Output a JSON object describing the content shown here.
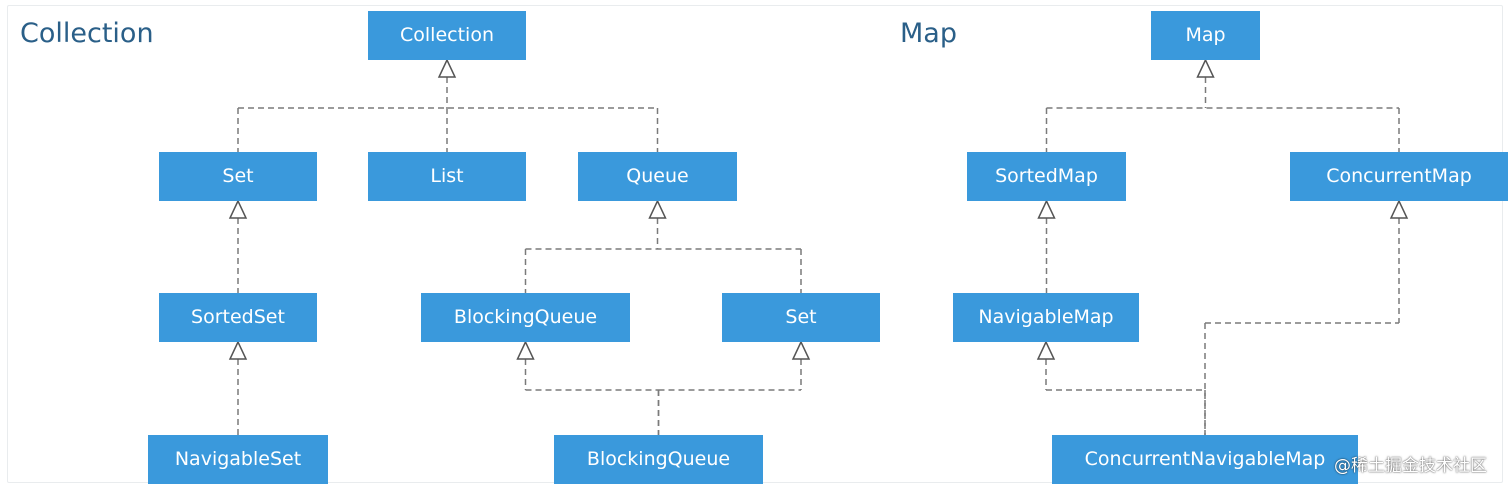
{
  "colors": {
    "node_fill": "#3a99dc",
    "node_text": "#ffffff",
    "title": "#2a5f88",
    "connector": "#7a7a7a"
  },
  "sections": {
    "collection_title": "Collection",
    "map_title": "Map"
  },
  "nodes": {
    "collection": "Collection",
    "set": "Set",
    "list": "List",
    "queue": "Queue",
    "sorted_set": "SortedSet",
    "navigable_set": "NavigableSet",
    "blocking_queue": "BlockingQueue",
    "queue_set": "Set",
    "blocking_queue_bottom": "BlockingQueue",
    "map": "Map",
    "sorted_map": "SortedMap",
    "concurrent_map": "ConcurrentMap",
    "navigable_map": "NavigableMap",
    "concurrent_navigable_map": "ConcurrentNavigableMap"
  },
  "relations": [
    {
      "from": "set",
      "to": "collection"
    },
    {
      "from": "list",
      "to": "collection"
    },
    {
      "from": "queue",
      "to": "collection"
    },
    {
      "from": "sorted_set",
      "to": "set"
    },
    {
      "from": "navigable_set",
      "to": "sorted_set"
    },
    {
      "from": "blocking_queue",
      "to": "queue"
    },
    {
      "from": "queue_set",
      "to": "queue"
    },
    {
      "from": "blocking_queue_bottom",
      "to": "blocking_queue"
    },
    {
      "from": "blocking_queue_bottom",
      "to": "queue_set"
    },
    {
      "from": "sorted_map",
      "to": "map"
    },
    {
      "from": "concurrent_map",
      "to": "map"
    },
    {
      "from": "navigable_map",
      "to": "sorted_map"
    },
    {
      "from": "concurrent_navigable_map",
      "to": "navigable_map"
    },
    {
      "from": "concurrent_navigable_map",
      "to": "concurrent_map"
    }
  ],
  "watermark": "@稀土掘金技术社区"
}
